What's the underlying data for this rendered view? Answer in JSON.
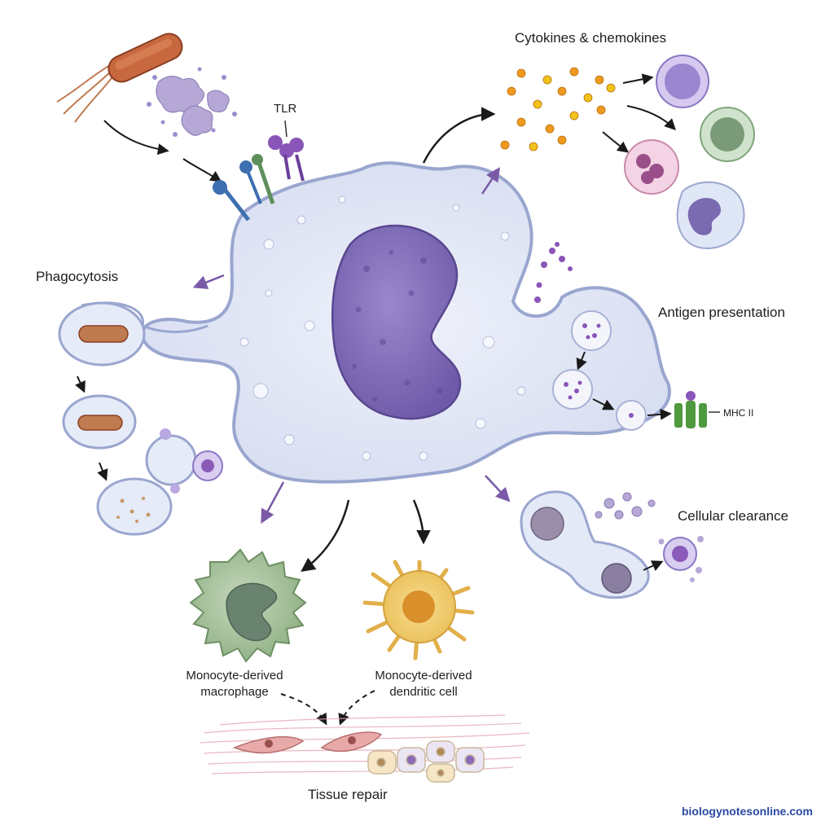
{
  "labels": {
    "cytokines": "Cytokines & chemokines",
    "tlr": "TLR",
    "phagocytosis": "Phagocytosis",
    "antigen_presentation": "Antigen presentation",
    "mhc": "MHC II",
    "cellular_clearance": "Cellular clearance",
    "macrophage_line1": "Monocyte-derived",
    "macrophage_line2": "macrophage",
    "dendritic_line1": "Monocyte-derived",
    "dendritic_line2": "dendritic cell",
    "tissue_repair": "Tissue repair"
  },
  "credit": "biologynotesonline.com",
  "colors": {
    "cell_membrane": "#9aa6cf",
    "cytoplasm": "#dfe5f5",
    "nucleus": "#7f6bb8",
    "bacterium": "#c8683f",
    "cytokine_orange": "#ef9a1f",
    "cytokine_yellow": "#f2c21a",
    "macrophage": "#9fbd94",
    "dendritic": "#f0c868",
    "mhc": "#4f9a3e",
    "tlr_purple": "#8a55b8",
    "tlr_blue": "#3e6fb0",
    "arrow_black": "#1a1a1a",
    "arrow_purple": "#7a5aa8",
    "credit": "#2b4aa0"
  }
}
